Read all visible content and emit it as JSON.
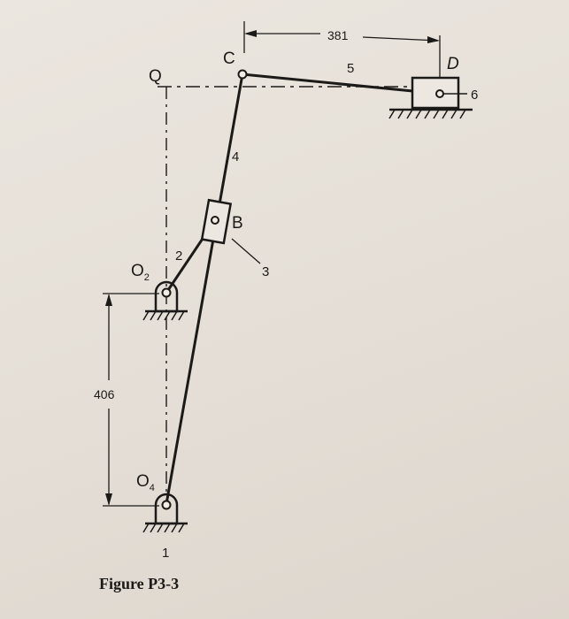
{
  "figure": {
    "caption": "Figure P3-3",
    "labels": {
      "Q": "Q",
      "C": "C",
      "D": "D",
      "B": "B",
      "O2_main": "O",
      "O2_sub": "2",
      "O4_main": "O",
      "O4_sub": "4",
      "link_1": "1",
      "link_2": "2",
      "link_3": "3",
      "link_4": "4",
      "link_5": "5",
      "link_6": "6"
    },
    "dimensions": {
      "horizontal": "381",
      "vertical": "406"
    }
  },
  "colors": {
    "ink": "#1c1a18",
    "paper": "#e6e0d8"
  }
}
